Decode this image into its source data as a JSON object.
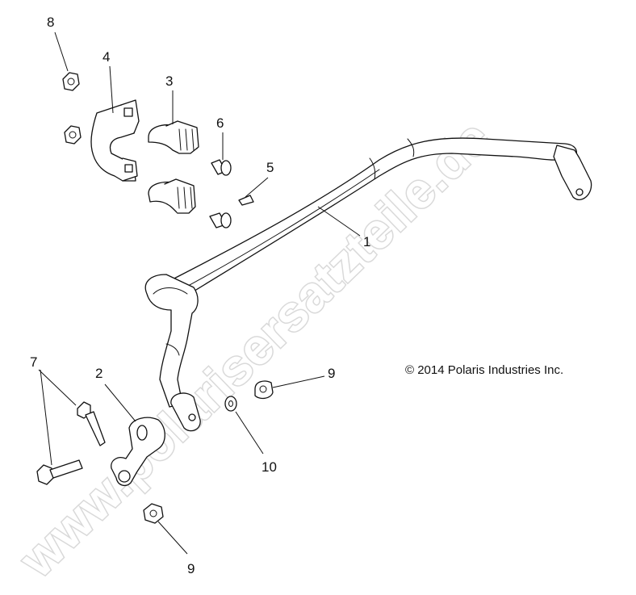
{
  "diagram": {
    "watermark": "www.polarisersatzteile.de",
    "copyright": "© 2014 Polaris Industries Inc.",
    "callouts": {
      "c1": "1",
      "c2": "2",
      "c3": "3",
      "c4": "4",
      "c5": "5",
      "c6": "6",
      "c7": "7",
      "c8": "8",
      "c9a": "9",
      "c9b": "9",
      "c10": "10"
    }
  }
}
